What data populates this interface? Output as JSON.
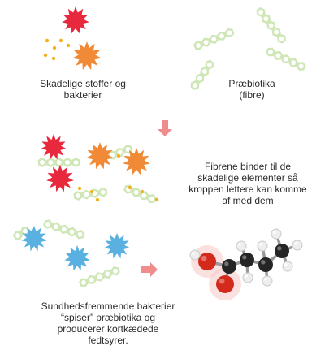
{
  "captions": {
    "harmful": "Skadelige stoffer og\nbakterier",
    "prebiotics": "Præbiotika\n(fibre)",
    "binding": "Fibrene binder til de\nskadelige elementer så\nkroppen lettere kan komme\naf med dem",
    "beneficial": "Sundhedsfremmende bakterier\n“spiser” præbiotika og\nproducerer kortkædede\nfedtsyrer."
  },
  "colors": {
    "harmful_red": "#e8283c",
    "harmful_orange": "#f18a36",
    "particle": "#f2b318",
    "fiber": "#cfe6b6",
    "beneficial_blue": "#5ab0e0",
    "arrow": "#f08c8c",
    "oxygen": "#d42a1c",
    "carbon": "#252525",
    "hydrogen": "#eeeeee"
  },
  "icons": {
    "harmful_bacteria": "spiky-star-icon",
    "fiber": "hexagon-chain-icon",
    "arrow": "arrow-icon",
    "molecule": "ball-and-stick-molecule-icon"
  }
}
